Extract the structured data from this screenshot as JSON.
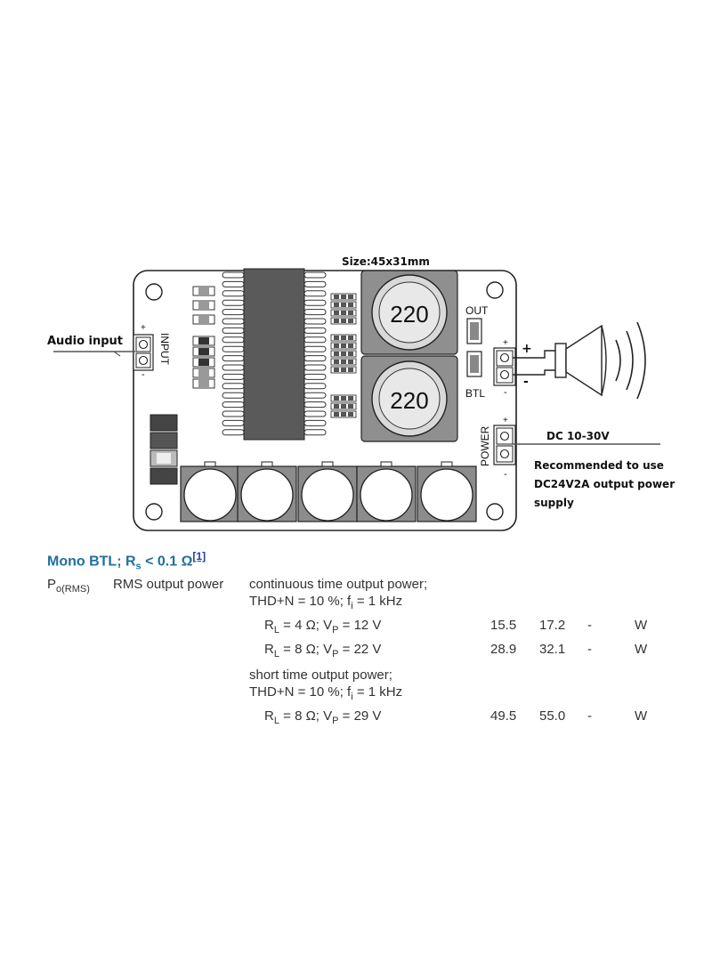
{
  "board": {
    "size_label": "Size:45x31mm",
    "inductor_top": "220",
    "inductor_bottom": "220",
    "input_label": "INPUT",
    "out_label": "OUT",
    "btl_label": "BTL",
    "power_label": "POWER",
    "plus": "+",
    "minus": "-"
  },
  "callouts": {
    "audio_input": "Audio input",
    "dc_range": "DC 10-30V",
    "recommend_line1": "Recommended to use",
    "recommend_line2": "DC24V2A output power",
    "recommend_line3": "supply",
    "speaker_plus": "+",
    "speaker_minus": "-"
  },
  "specs": {
    "title_main": "Mono BTL; R",
    "title_sub": "s",
    "title_cond": " < 0.1 Ω",
    "title_footnote": "[1]",
    "symbol_main": "P",
    "symbol_sub": "o(RMS)",
    "param": "RMS output power",
    "cond1_line1": "continuous time output power;",
    "cond1_line2_a": "THD+N = 10 %; f",
    "cond1_line2_sub": "i",
    "cond1_line2_b": " = 1 kHz",
    "cond2_line1": "short time output power;",
    "cond2_line2_a": "THD+N = 10 %; f",
    "cond2_line2_sub": "i",
    "cond2_line2_b": " = 1 kHz",
    "rows": [
      {
        "r_main": "R",
        "r_sub": "L",
        "r_val": " = 4 Ω; V",
        "v_sub": "P",
        "v_val": " = 12 V",
        "min": "15.5",
        "typ": "17.2",
        "max": "-",
        "unit": "W"
      },
      {
        "r_main": "R",
        "r_sub": "L",
        "r_val": " = 8 Ω; V",
        "v_sub": "P",
        "v_val": " = 22 V",
        "min": "28.9",
        "typ": "32.1",
        "max": "-",
        "unit": "W"
      },
      {
        "r_main": "R",
        "r_sub": "L",
        "r_val": " = 8 Ω; V",
        "v_sub": "P",
        "v_val": " = 29 V",
        "min": "49.5",
        "typ": "55.0",
        "max": "-",
        "unit": "W"
      }
    ]
  }
}
